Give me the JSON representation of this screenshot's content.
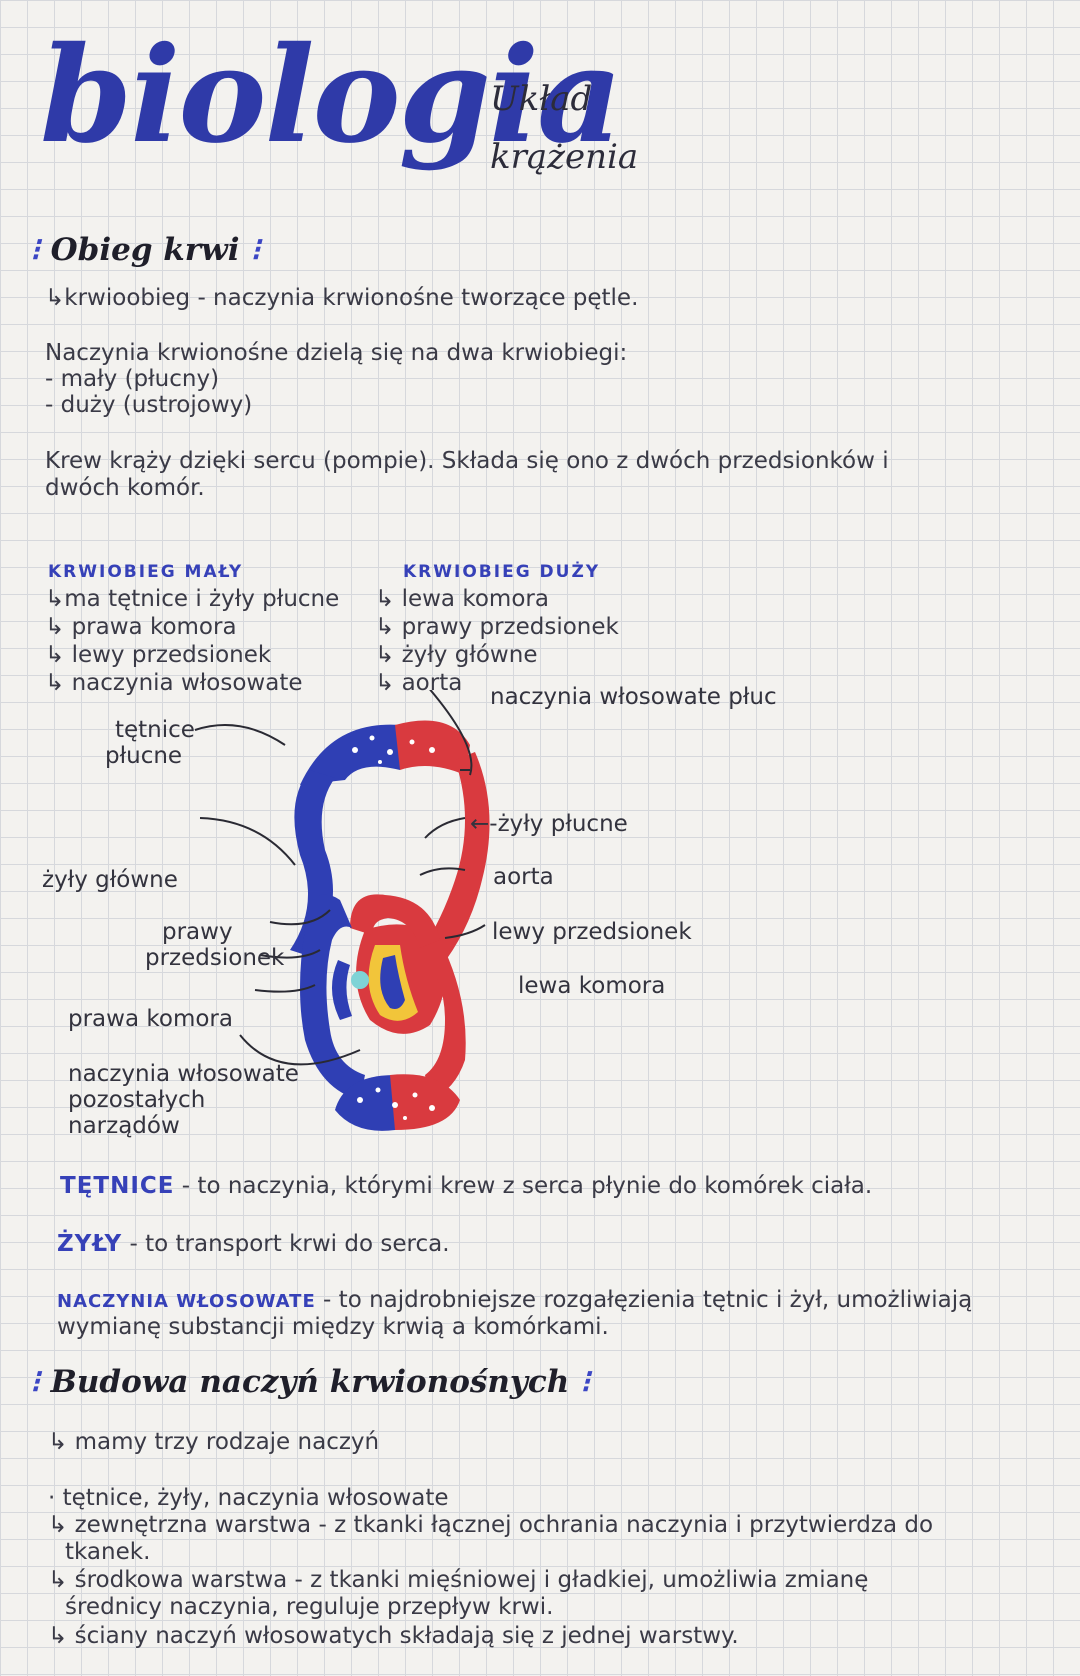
{
  "header": {
    "title": "biologia",
    "subtitle_line1": "Układ",
    "subtitle_line2": "krążenia"
  },
  "section1": {
    "heading": "Obieg krwi",
    "line1": "↳krwioobieg - naczynia krwionośne tworzące pętle.",
    "line2": "Naczynia krwionośne dzielą się na dwa krwiobiegi:",
    "line3": "- mały (płucny)",
    "line4": "- duży (ustrojowy)",
    "line5": "Krew krąży dzięki sercu (pompie). Składa się ono z dwóch przedsionków i",
    "line6": "dwóch komór."
  },
  "columns": {
    "left": {
      "heading": "KRWIOBIEG MAŁY",
      "items": [
        "↳ma tętnice i żyły płucne",
        "↳ prawa komora",
        "↳ lewy przedsionek",
        "↳ naczynia włosowate"
      ]
    },
    "right": {
      "heading": "KRWIOBIEG DUŻY",
      "items": [
        "↳ lewa komora",
        "↳ prawy przedsionek",
        "↳ żyły główne",
        "↳ aorta"
      ]
    }
  },
  "diagram": {
    "labels": {
      "capillaries_lungs": "naczynia włosowate płuc",
      "pulmonary_arteries_1": "tętnice",
      "pulmonary_arteries_2": "płucne",
      "pulmonary_veins": "←-żyły płucne",
      "main_veins": "żyły główne",
      "aorta": "aorta",
      "right_atrium_1": "prawy",
      "right_atrium_2": "przedsionek",
      "left_atrium": "lewy przedsionek",
      "left_ventricle": "lewa komora",
      "right_ventricle": "prawa komora",
      "capillaries_other_1": "naczynia włosowate",
      "capillaries_other_2": "pozostałych",
      "capillaries_other_3": "narządów"
    },
    "colors": {
      "oxygenated": "#d93a3f",
      "deoxygenated": "#2f3fb4",
      "fat": "#f2c53a",
      "cyan": "#7fd3d6"
    }
  },
  "definitions": [
    {
      "term": "TĘTNICE",
      "text": " - to naczynia, którymi krew z serca płynie do komórek ciała."
    },
    {
      "term": "ŻYŁY",
      "text": " - to transport krwi do serca."
    },
    {
      "term": "NACZYNIA WŁOSOWATE",
      "text": " - to najdrobniejsze rozgałęzienia tętnic i żył, umożliwiają",
      "cont": "wymianę substancji między krwią a komórkami."
    }
  ],
  "section2": {
    "heading": "Budowa naczyń krwionośnych",
    "line1": "↳ mamy trzy rodzaje naczyń",
    "line2": "· tętnice, żyły, naczynia włosowate",
    "line3": "↳ zewnętrzna warstwa - z tkanki łącznej ochrania naczynia i przytwierdza do",
    "line4": "tkanek.",
    "line5": "↳ środkowa warstwa - z tkanki mięśniowej i gładkiej, umożliwia zmianę",
    "line6": "średnicy naczynia, reguluje przepływ krwi.",
    "line7": "↳ ściany naczyń włosowatych składają się z jednej warstwy."
  }
}
